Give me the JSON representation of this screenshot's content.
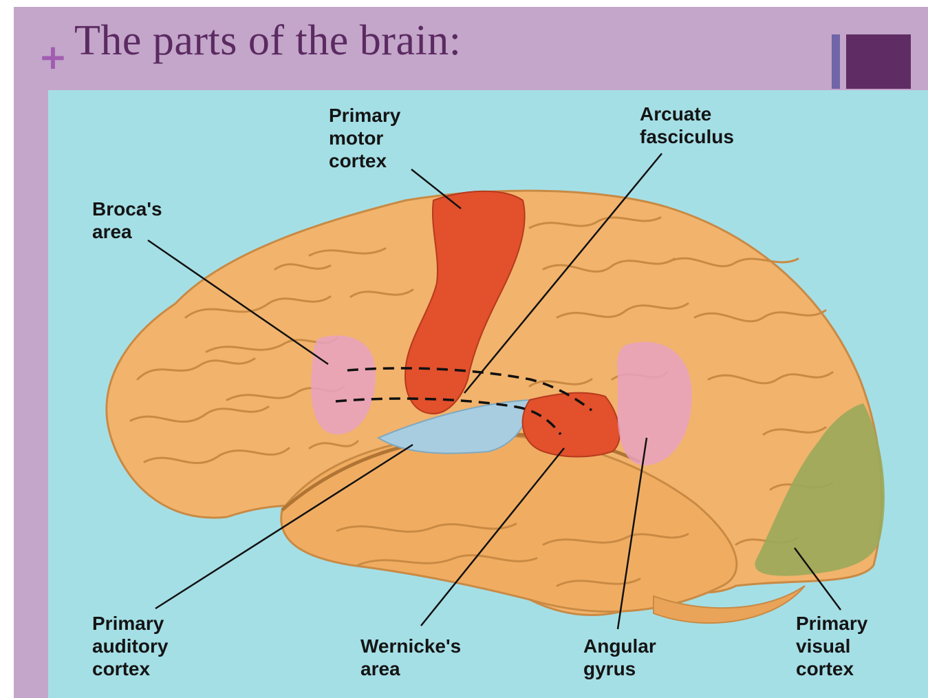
{
  "slide": {
    "title": "The parts of the brain:",
    "plus_icon": "+",
    "colors": {
      "background": "#c3a6c9",
      "title": "#5b2a61",
      "plus": "#a15cb0",
      "accent_bar": "#7065a9",
      "accent_square": "#5f2d64"
    }
  },
  "figure": {
    "background": "#a5dfe6",
    "brain_color": "#f2b36c",
    "labels": {
      "primary_motor_cortex": "Primary\nmotor\ncortex",
      "arcuate_fasciculus": "Arcuate\nfasciculus",
      "brocas_area": "Broca's\narea",
      "primary_auditory_cortex": "Primary\nauditory\ncortex",
      "wernickes_area": "Wernicke's\narea",
      "angular_gyrus": "Angular\ngyrus",
      "primary_visual_cortex": "Primary\nvisual\ncortex"
    },
    "region_colors": {
      "motor_cortex": "#e2502c",
      "brocas_area": "#e8a2c1",
      "auditory_cortex": "#a9cde0",
      "wernickes_area": "#e2502c",
      "angular_gyrus": "#e8a2c1",
      "visual_cortex": "#9aa85a"
    }
  }
}
